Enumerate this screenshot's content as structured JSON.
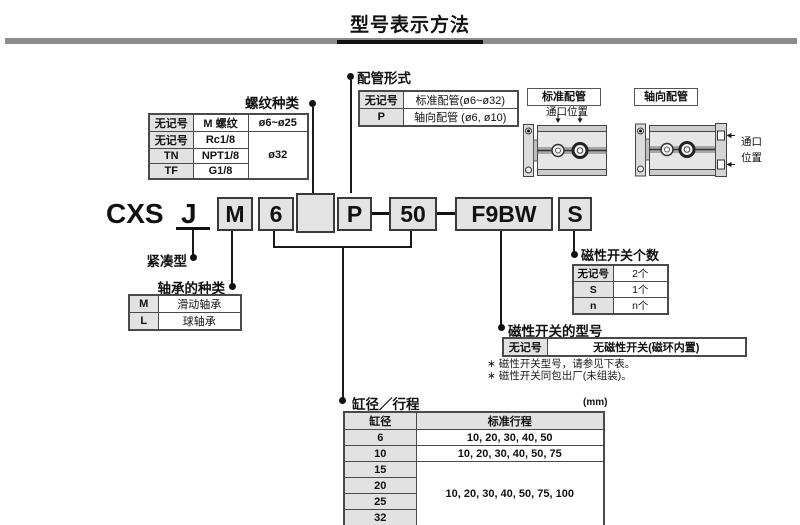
{
  "page": {
    "title": "型号表示方法"
  },
  "colors": {
    "gray_bar": "#8c8c8c",
    "box_fill": "#e3e3e3",
    "cell_header": "#e2e2e2",
    "line": "#1a1a1a"
  },
  "model_code": {
    "series": "CXS",
    "compact": "J",
    "bearing": "M",
    "bore": "6",
    "thread": "",
    "piping": "P",
    "stroke": "50",
    "switch_model": "F9BW",
    "switch_count": "S"
  },
  "thread": {
    "title": "螺纹种类",
    "rows": [
      {
        "code": "无记号",
        "thread": "M 螺纹",
        "size": "ø6~ø25"
      },
      {
        "code": "无记号",
        "thread": "Rc1/8"
      },
      {
        "code": "TN",
        "thread": "NPT1/8"
      },
      {
        "code": "TF",
        "thread": "G1/8"
      }
    ],
    "merged_size": "ø32"
  },
  "piping": {
    "title": "配管形式",
    "rows": [
      {
        "code": "无记号",
        "desc": "标准配管(ø6~ø32)"
      },
      {
        "code": "P",
        "desc": "轴向配管 (ø6, ø10)"
      }
    ]
  },
  "diagrams": {
    "standard": {
      "label": "标准配管",
      "port_label": "通口位置"
    },
    "axial": {
      "label": "轴向配管",
      "port_line1": "通口",
      "port_line2": "位置"
    }
  },
  "compact": {
    "label": "紧凑型"
  },
  "bearing": {
    "title": "轴承的种类",
    "rows": [
      {
        "code": "M",
        "desc": "滑动轴承"
      },
      {
        "code": "L",
        "desc": "球轴承"
      }
    ]
  },
  "switch_count": {
    "title": "磁性开关个数",
    "rows": [
      {
        "code": "无记号",
        "qty": "2个"
      },
      {
        "code": "S",
        "qty": "1个"
      },
      {
        "code": "n",
        "qty": "n个"
      }
    ]
  },
  "switch_model": {
    "title": "磁性开关的型号",
    "code": "无记号",
    "desc": "无磁性开关(磁环内置)",
    "notes": [
      "∗ 磁性开关型号，请参见下表。",
      "∗ 磁性开关同包出厂(未组装)。"
    ]
  },
  "bore_stroke": {
    "title": "缸径／行程",
    "unit": "(mm)",
    "col_bore": "缸径",
    "col_stroke": "标准行程",
    "rows": [
      {
        "bore": "6",
        "stroke": "10, 20, 30, 40, 50"
      },
      {
        "bore": "10",
        "stroke": "10, 20, 30, 40, 50, 75"
      }
    ],
    "merged_bores": [
      "15",
      "20",
      "25",
      "32"
    ],
    "merged_stroke": "10, 20, 30, 40, 50, 75, 100"
  }
}
